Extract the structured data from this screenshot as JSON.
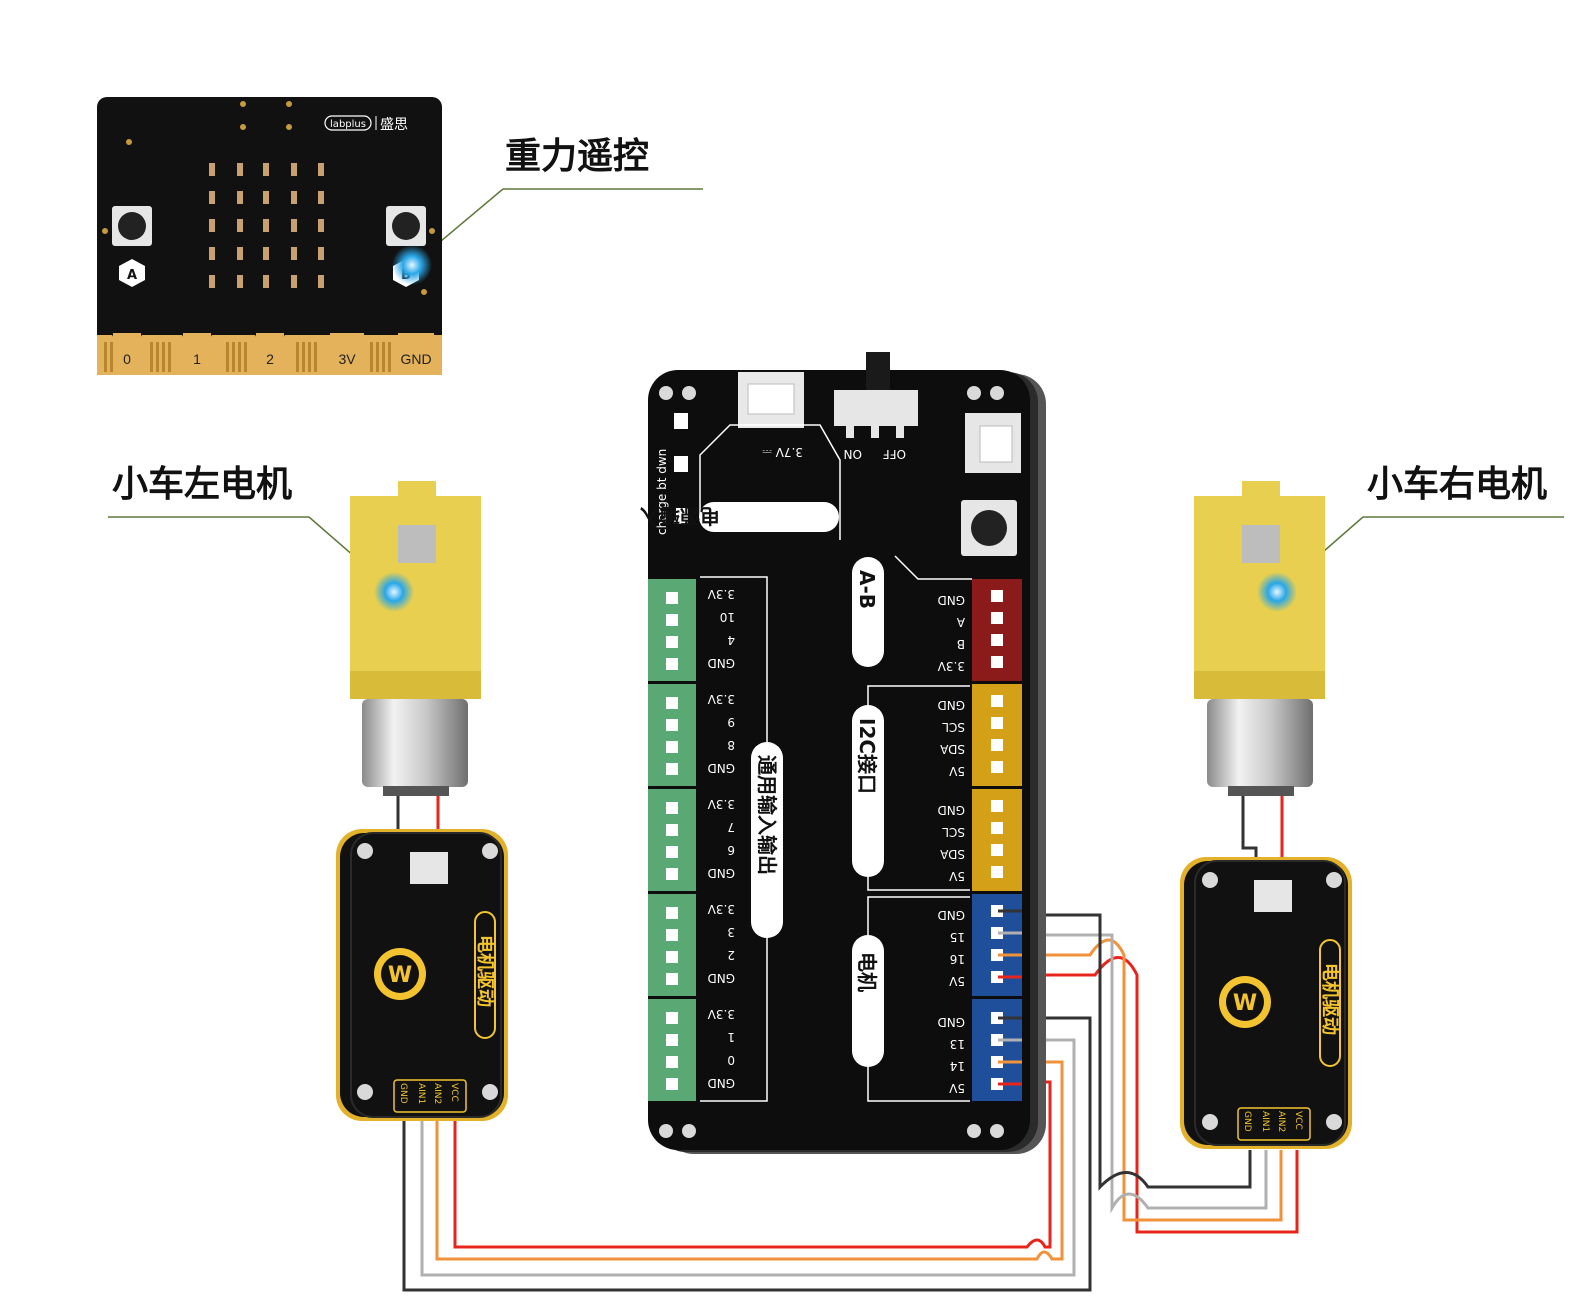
{
  "callouts": {
    "gravity_remote": "重力遥控",
    "left_motor": "小车左电机",
    "right_motor": "小车右电机"
  },
  "microbit": {
    "brand": "labplus",
    "brand_cn": "盛思",
    "button_a": "A",
    "button_b": "B",
    "edge_pins": [
      "0",
      "1",
      "2",
      "3V",
      "GND"
    ]
  },
  "expansion_board": {
    "battery_label": "3.7V ⎓",
    "switch_on": "ON",
    "switch_off": "OFF",
    "charge_label": "charge  bt  dwn",
    "power_input_label": "电源输入",
    "gpio_label": "通用输入输出",
    "ab_label": "A-B",
    "i2c_label": "I2C接口",
    "motor_label": "电机",
    "gpio_groups": [
      [
        "3.3V",
        "10",
        "4",
        "GND"
      ],
      [
        "3.3V",
        "9",
        "8",
        "GND"
      ],
      [
        "3.3V",
        "7",
        "6",
        "GND"
      ],
      [
        "3.3V",
        "3",
        "2",
        "GND"
      ],
      [
        "3.3V",
        "1",
        "0",
        "GND"
      ]
    ],
    "ab_pins": [
      "GND",
      "A",
      "B",
      "3.3V"
    ],
    "i2c_groups": [
      [
        "GND",
        "SCL",
        "SDA",
        "5V"
      ],
      [
        "GND",
        "SCL",
        "SDA",
        "5V"
      ]
    ],
    "motor_groups": [
      [
        "GND",
        "15",
        "16",
        "5V"
      ],
      [
        "GND",
        "13",
        "14",
        "5V"
      ]
    ]
  },
  "motor_driver": {
    "label": "电机驱动",
    "pins": [
      "GND",
      "AIN1",
      "AIN2",
      "VCC"
    ],
    "logo": "W"
  },
  "colors": {
    "gpio_header": "#5aa873",
    "ab_header": "#8b1a1a",
    "i2c_header": "#d4a017",
    "motor_header": "#1f4f9a",
    "motor_body": "#e8cf4f",
    "wire_red": "#e8251c",
    "wire_orange": "#f0923a",
    "wire_gray": "#b0b0b0",
    "wire_black": "#333333",
    "glow": "#29a7e8"
  }
}
